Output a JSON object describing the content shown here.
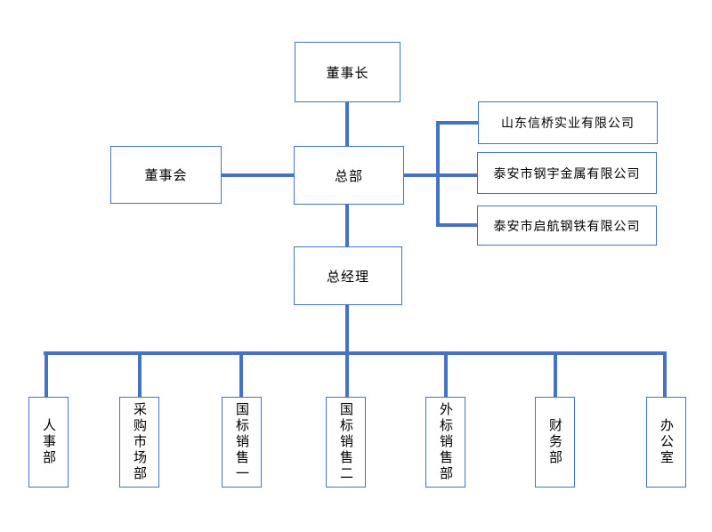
{
  "org_chart": {
    "type": "org-tree",
    "colors": {
      "line": "#4472c4",
      "box_border": "#4472c4",
      "box_fill": "#ffffff",
      "text": "#000000",
      "background": "#ffffff"
    },
    "nodes": {
      "chairman": "董事长",
      "board": "董事会",
      "headquarters": "总部",
      "general_manager": "总经理"
    },
    "affiliates": [
      "山东信桥实业有限公司",
      "泰安市钢宇金属有限公司",
      "泰安市启航钢铁有限公司"
    ],
    "departments": [
      "人事部",
      "采购市场部",
      "国标销售一",
      "国标销售二",
      "外标销售部",
      "财务部",
      "办公室"
    ],
    "hierarchy": {
      "root": "董事长",
      "children": {
        "董事长": [
          "总部"
        ],
        "总部": [
          "董事会",
          "山东信桥实业有限公司",
          "泰安市钢宇金属有限公司",
          "泰安市启航钢铁有限公司",
          "总经理"
        ],
        "总经理": [
          "人事部",
          "采购市场部",
          "国标销售一",
          "国标销售二",
          "外标销售部",
          "财务部",
          "办公室"
        ]
      }
    }
  }
}
